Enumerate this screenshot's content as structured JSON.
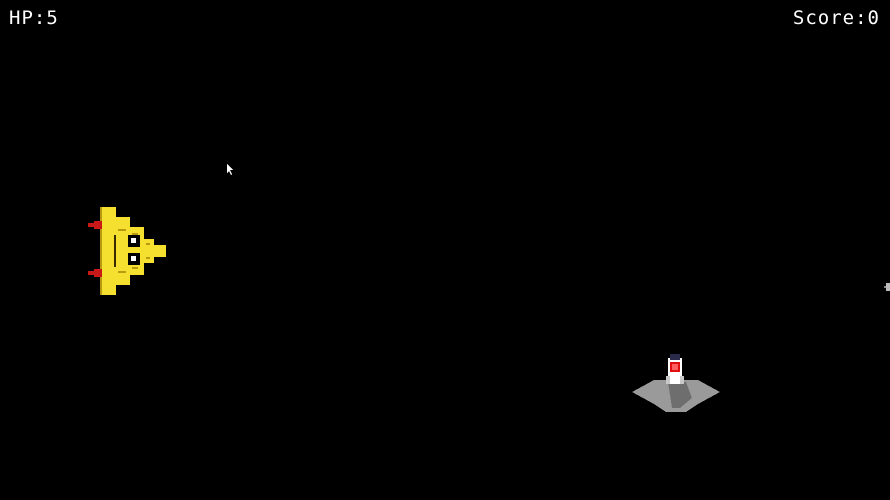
{
  "hud": {
    "hp_label": "HP:",
    "hp_value": "5",
    "score_label": "Score:",
    "score_value": "0"
  },
  "sprites": {
    "player": "yellow-ship-icon",
    "enemy": "grey-rocket-turret-icon",
    "cursor": "mouse-pointer-icon"
  },
  "colors": {
    "background": "#000000",
    "hud_text": "#ffffff",
    "player_body": "#f5e030",
    "player_outline": "#b89a10",
    "thruster": "#c81818",
    "turret_base": "#9a9a9a",
    "rocket_tip": "#e01010"
  }
}
